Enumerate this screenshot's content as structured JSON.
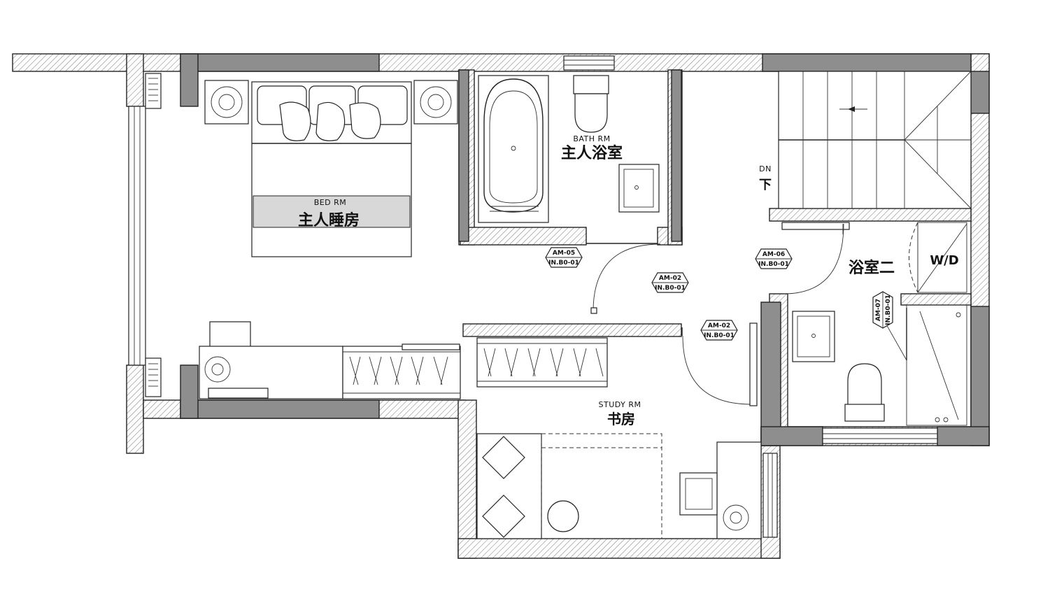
{
  "rooms": {
    "master_bedroom": {
      "en": "BED RM",
      "cn": "主人睡房"
    },
    "master_bath": {
      "en": "BATH RM",
      "cn": "主人浴室"
    },
    "study": {
      "en": "STUDY RM",
      "cn": "书房"
    },
    "bath_two": {
      "cn": "浴室二"
    },
    "wardrobe": {
      "label": "W/D"
    }
  },
  "stair": {
    "en": "DN",
    "cn": "下"
  },
  "tags": {
    "am05": {
      "top": "AM-05",
      "bottom": "IN.B0-01"
    },
    "am02_a": {
      "top": "AM-02",
      "bottom": "IN.B0-01"
    },
    "am02_b": {
      "top": "AM-02",
      "bottom": "IN.B0-01"
    },
    "am06": {
      "top": "AM-06",
      "bottom": "IN.B0-01"
    },
    "am07": {
      "top": "AM-07",
      "bottom": "IN.B0-01"
    }
  }
}
